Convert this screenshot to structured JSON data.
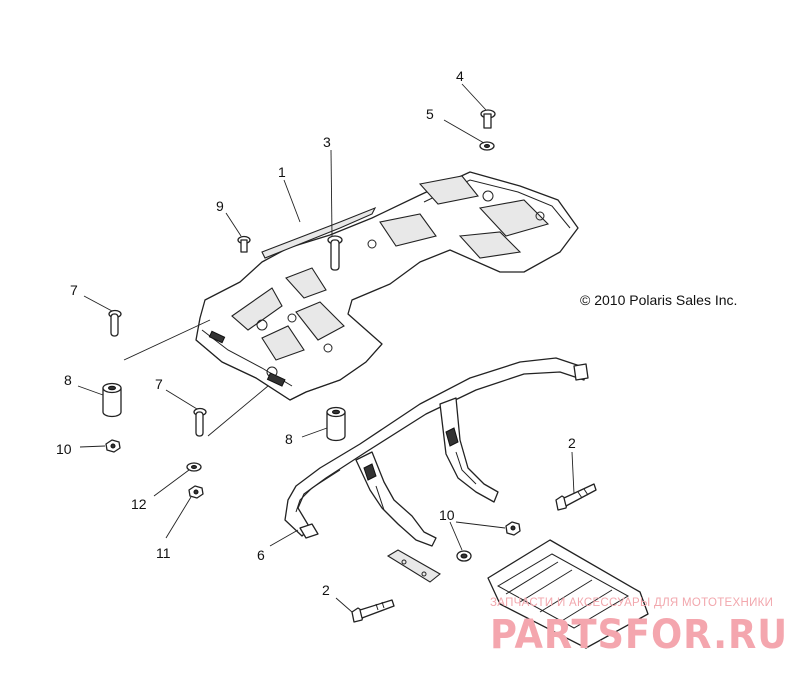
{
  "copyright": "© 2010 Polaris Sales Inc.",
  "callouts": [
    {
      "id": "c1",
      "label": "1"
    },
    {
      "id": "c2a",
      "label": "2"
    },
    {
      "id": "c2b",
      "label": "2"
    },
    {
      "id": "c3",
      "label": "3"
    },
    {
      "id": "c4",
      "label": "4"
    },
    {
      "id": "c5",
      "label": "5"
    },
    {
      "id": "c6",
      "label": "6"
    },
    {
      "id": "c7a",
      "label": "7"
    },
    {
      "id": "c7b",
      "label": "7"
    },
    {
      "id": "c8a",
      "label": "8"
    },
    {
      "id": "c8b",
      "label": "8"
    },
    {
      "id": "c9",
      "label": "9"
    },
    {
      "id": "c10a",
      "label": "10"
    },
    {
      "id": "c10b",
      "label": "10"
    },
    {
      "id": "c11",
      "label": "11"
    },
    {
      "id": "c12",
      "label": "12"
    }
  ],
  "watermark": {
    "tagline": "ЗАПЧАСТИ И АКСЕССУАРЫ ДЛЯ МОТОТЕХНИКИ",
    "brand": "PARTSFOR.RU"
  }
}
